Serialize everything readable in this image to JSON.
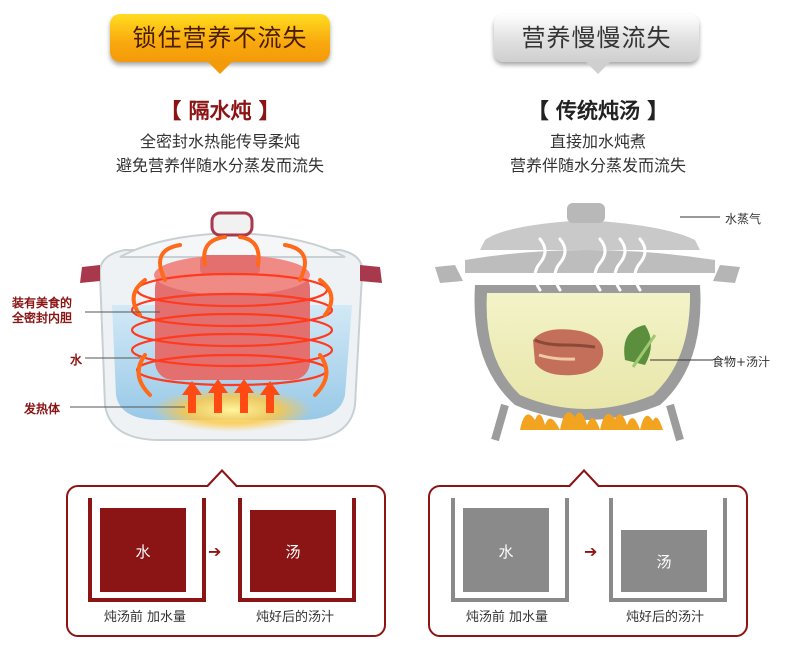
{
  "left": {
    "tag": "锁住营养不流失",
    "title": "【 隔水炖 】",
    "desc_line1": "全密封水热能传导柔炖",
    "desc_line2": "避免营养伴随水分蒸发而流失",
    "labels": {
      "inner_pot_line1": "装有美食的",
      "inner_pot_line2": "全密封内胆",
      "water": "水",
      "heater": "发热体"
    },
    "bottom": {
      "before_box": "水",
      "after_box": "汤",
      "before_caption": "炖汤前  加水量",
      "after_caption": "炖好后的汤汁"
    }
  },
  "right": {
    "tag": "营养慢慢流失",
    "title": "【 传统炖汤 】",
    "desc_line1": "直接加水炖煮",
    "desc_line2": "营养伴随水分蒸发而流失",
    "labels": {
      "steam": "水蒸气",
      "food": "食物+汤汁"
    },
    "bottom": {
      "before_box": "水",
      "after_box": "汤",
      "before_caption": "炖汤前  加水量",
      "after_caption": "炖好后的汤汁"
    }
  },
  "colors": {
    "accent_red": "#8b1414",
    "tag_orange": "#f9a80e",
    "gray_box": "#8a8a8a"
  }
}
